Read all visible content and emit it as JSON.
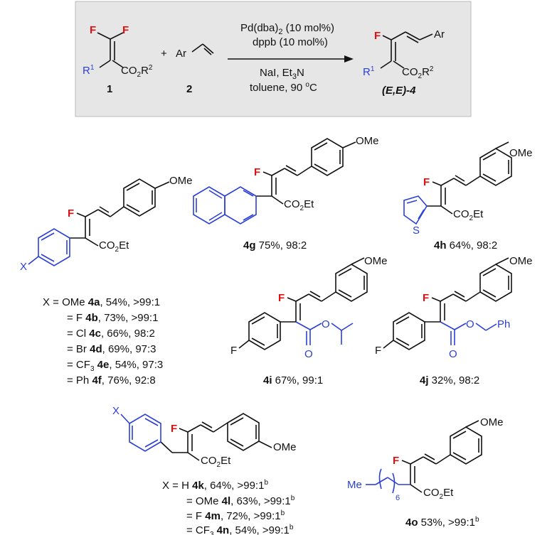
{
  "scheme": {
    "reactant1_label": "1",
    "reactant2_label": "2",
    "plus": "+",
    "conditions_top1": "Pd(dba)",
    "conditions_top1_sub": "2",
    "conditions_top1_rest": " (10 mol%)",
    "conditions_top2": "dppb (10 mol%)",
    "conditions_bottom1": "NaI, Et",
    "conditions_bottom1_sub": "3",
    "conditions_bottom1_rest": "N",
    "conditions_bottom2_a": "toluene, 90 ",
    "conditions_bottom2_sup": "o",
    "conditions_bottom2_b": "C",
    "product_label": "(E,E)-4",
    "F": "F",
    "Ar": "Ar",
    "R1": "R",
    "R1_sup": "1",
    "CO2R2_a": "CO",
    "CO2R2_sub": "2",
    "CO2R2_b": "R",
    "CO2R2_sup": "2"
  },
  "labels": {
    "OMe": "OMe",
    "CO2Et_a": "CO",
    "CO2Et_sub": "2",
    "CO2Et_b": "Et",
    "X": "X",
    "S": "S",
    "O": "O",
    "Ph": "Ph",
    "Me": "Me",
    "six": "6"
  },
  "compounds": {
    "4a_list": [
      {
        "prefix": "X = OMe ",
        "id": "4a",
        "rest": ", 54%, >99:1"
      },
      {
        "prefix": "= F ",
        "id": "4b",
        "rest": ", 73%, >99:1"
      },
      {
        "prefix": "= Cl ",
        "id": "4c",
        "rest": ", 66%, 98:2"
      },
      {
        "prefix": "= Br ",
        "id": "4d",
        "rest": ", 69%, 97:3"
      },
      {
        "prefix": "= CF",
        "sub": "3",
        "prefix2": " ",
        "id": "4e",
        "rest": ", 54%, 97:3"
      },
      {
        "prefix": "= Ph ",
        "id": "4f",
        "rest": ", 76%, 92:8"
      }
    ],
    "4g": {
      "id": "4g",
      "rest": " 75%, 98:2"
    },
    "4h": {
      "id": "4h",
      "rest": " 64%, 98:2"
    },
    "4i": {
      "id": "4i",
      "rest": " 67%, 99:1"
    },
    "4j": {
      "id": "4j",
      "rest": " 32%, 98:2"
    },
    "4k_list": [
      {
        "prefix": "X = H ",
        "id": "4k",
        "rest": ", 64%, >99:1",
        "sup": "b"
      },
      {
        "prefix": "= OMe ",
        "id": "4l",
        "rest": ", 63%, >99:1",
        "sup": "b"
      },
      {
        "prefix": "= F ",
        "id": "4m",
        "rest": ", 72%, >99:1",
        "sup": "b"
      },
      {
        "prefix": "= CF",
        "sub": "3",
        "prefix2": " ",
        "id": "4n",
        "rest": ", 54%, >99:1",
        "sup": "b"
      }
    ],
    "4o": {
      "id": "4o",
      "rest": " 53%, >99:1",
      "sup": "b"
    }
  },
  "colors": {
    "box_bg": "#e6e6e6",
    "fluorine": "#e01010",
    "variable": "#2a3fd6"
  }
}
